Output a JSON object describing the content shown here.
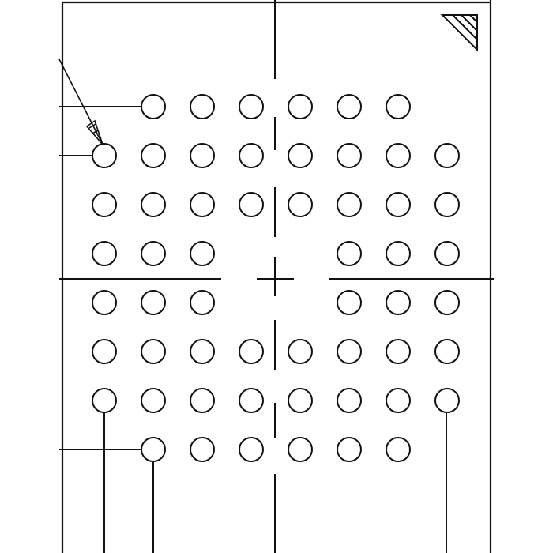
{
  "colors": {
    "line": "#111111",
    "background": "#ffffff"
  },
  "diagram": {
    "ball_map": [
      [
        0,
        1,
        1,
        1,
        1,
        1,
        1,
        0
      ],
      [
        1,
        1,
        1,
        1,
        1,
        1,
        1,
        1
      ],
      [
        1,
        1,
        1,
        1,
        1,
        1,
        1,
        1
      ],
      [
        1,
        1,
        1,
        0,
        0,
        1,
        1,
        1
      ],
      [
        1,
        1,
        1,
        0,
        0,
        1,
        1,
        1
      ],
      [
        1,
        1,
        1,
        1,
        1,
        1,
        1,
        1
      ],
      [
        1,
        1,
        1,
        1,
        1,
        1,
        1,
        1
      ],
      [
        0,
        1,
        1,
        1,
        1,
        1,
        1,
        0
      ]
    ],
    "pin1_marker": "hatched-triangle-corner-icon"
  }
}
